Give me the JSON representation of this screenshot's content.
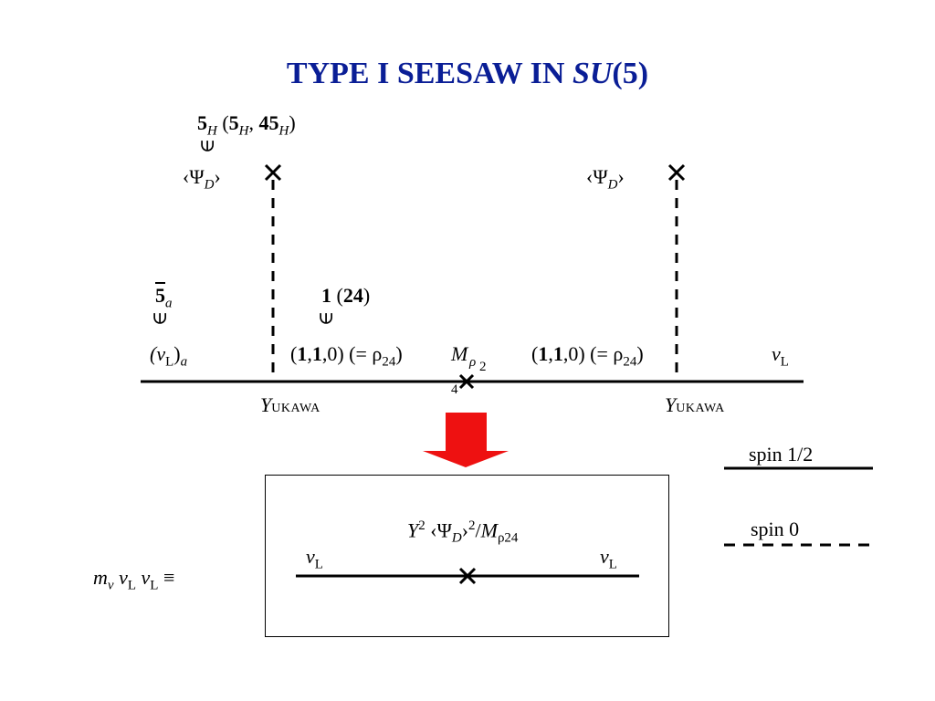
{
  "title": {
    "main": "TYPE I SEESAW IN ",
    "group": "SU",
    "group_arg": "(5)"
  },
  "left_vertex_top": {
    "rep": "5",
    "rep_sub": "H",
    "paren_open": " (",
    "rep2": "5",
    "rep2_sub": "H",
    "comma": ", ",
    "rep3": "45",
    "rep3_sub": "H",
    "paren_close": ")",
    "elem_symbol": "∈",
    "vev": "‹Ψ",
    "vev_sub": "D",
    "vev_close": "›"
  },
  "right_vertex_top": {
    "vev": "‹Ψ",
    "vev_sub": "D",
    "vev_close": "›"
  },
  "left_fermion": {
    "rep": "5",
    "rep_sub": "a",
    "elem_symbol": "∈",
    "field": "(ν",
    "field_sub": "L",
    "field_close": ")",
    "field_index": "a"
  },
  "middle_rep": {
    "rep": "1",
    "paren": " (",
    "rep2": "24",
    "paren_close": ")",
    "elem_symbol": "∈"
  },
  "propagator_left": {
    "text_open": "(",
    "b1": "1",
    "comma1": ",",
    "b2": "1",
    "tail": ",0) (= ρ",
    "sub": "24",
    "close": ")"
  },
  "propagator_right": {
    "text_open": "(",
    "b1": "1",
    "comma1": ",",
    "b2": "1",
    "tail": ",0) (= ρ",
    "sub": "24",
    "close": ")"
  },
  "mass": {
    "symbol": "M",
    "sub": "ρ",
    "subsub1": "2",
    "subsub2": "4"
  },
  "right_fermion": {
    "field": "ν",
    "field_sub": "L"
  },
  "yukawa_left": {
    "cap": "Y",
    "rest": "UKAWA"
  },
  "yukawa_right": {
    "cap": "Y",
    "rest": "UKAWA"
  },
  "result": {
    "lhs_m": "m",
    "lhs_m_sub": "ν",
    "lhs_nu1": " ν",
    "lhs_nu1_sub": "L",
    "lhs_nu2": " ν",
    "lhs_nu2_sub": "L",
    "equiv": " ≡",
    "coupling_Y": "Y",
    "coupling_Y_sup": "2",
    "coupling_vev": " ‹Ψ",
    "coupling_vev_sub": "D",
    "coupling_vev_close": "›",
    "coupling_vev_sup": "2",
    "coupling_slash": "/",
    "coupling_M": "M",
    "coupling_M_sub": "ρ24",
    "left_field": "ν",
    "left_field_sub": "L",
    "right_field": "ν",
    "right_field_sub": "L"
  },
  "legend": {
    "spin_half": "spin 1/2",
    "spin_zero": "spin 0"
  },
  "colors": {
    "title": "#0a1e96",
    "arrow": "#ee1111",
    "line": "#000000"
  }
}
